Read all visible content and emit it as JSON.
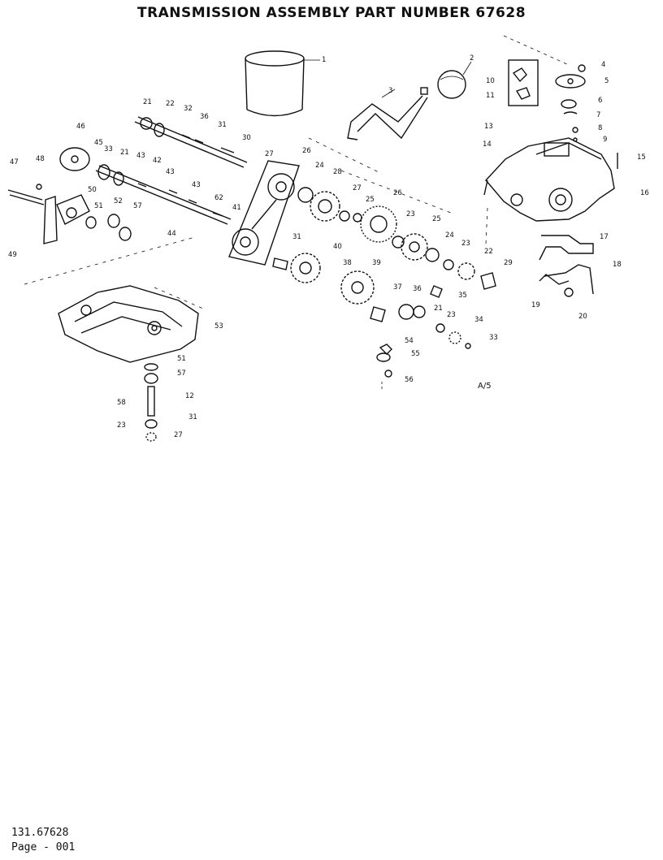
{
  "title": "TRANSMISSION ASSEMBLY PART NUMBER 67628",
  "callouts": [
    "1",
    "2",
    "3",
    "4",
    "5",
    "6",
    "7",
    "8",
    "9",
    "10",
    "11",
    "12",
    "13",
    "14",
    "15",
    "16",
    "17",
    "18",
    "19",
    "20",
    "21",
    "22",
    "23",
    "24",
    "25",
    "26",
    "27",
    "28",
    "29",
    "30",
    "31",
    "32",
    "33",
    "34",
    "35",
    "36",
    "37",
    "38",
    "39",
    "40",
    "41",
    "42",
    "43",
    "44",
    "45",
    "46",
    "47",
    "48",
    "49",
    "50",
    "51",
    "52",
    "53",
    "54",
    "55",
    "56",
    "57",
    "58"
  ],
  "callout_instances": [
    "1",
    "2",
    "3",
    "4",
    "5",
    "6",
    "7",
    "8",
    "9",
    "10",
    "11",
    "13",
    "14",
    "15",
    "16",
    "17",
    "18",
    "19",
    "20",
    "21",
    "22",
    "32",
    "36",
    "31",
    "30",
    "46",
    "45",
    "33",
    "21",
    "43",
    "42",
    "43",
    "43",
    "62",
    "41",
    "44",
    "47",
    "48",
    "49",
    "50",
    "51",
    "52",
    "57",
    "27",
    "26",
    "24",
    "28",
    "27",
    "25",
    "26",
    "23",
    "25",
    "24",
    "23",
    "22",
    "29",
    "31",
    "40",
    "38",
    "39",
    "37",
    "36",
    "35",
    "21",
    "23",
    "34",
    "33",
    "54",
    "55",
    "56",
    "53",
    "51",
    "57",
    "58",
    "12",
    "23",
    "31",
    "27"
  ],
  "reference_mark": "A/5",
  "footer": {
    "model": "131.67628",
    "page": "Page - 001"
  }
}
